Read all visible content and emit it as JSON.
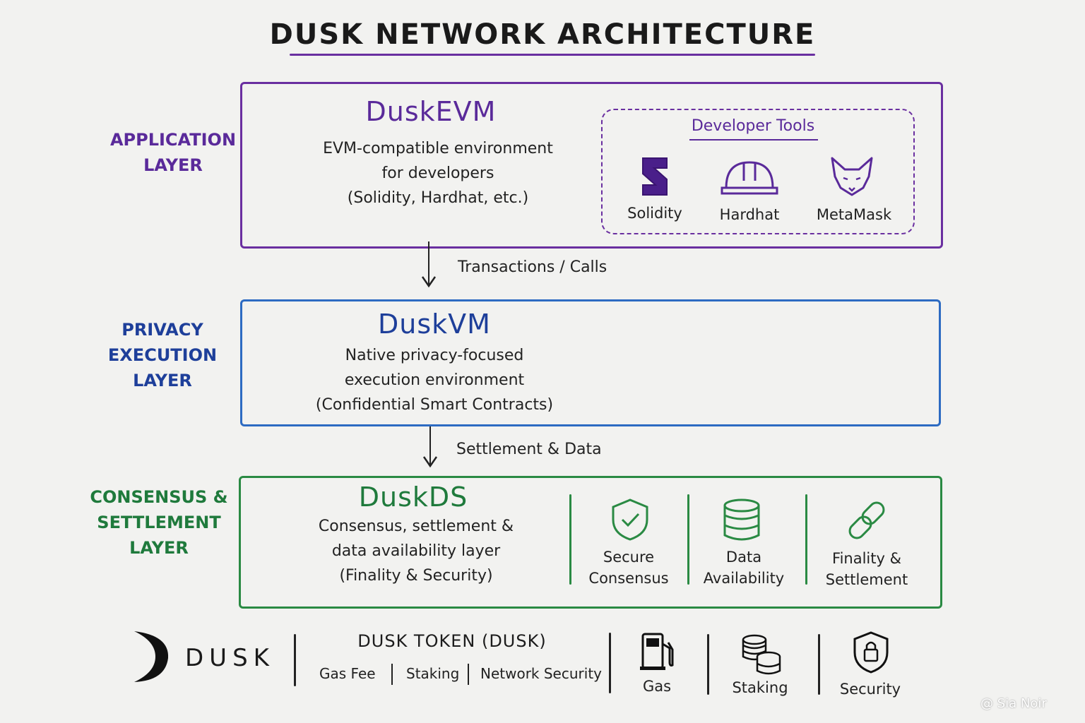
{
  "title": "DUSK NETWORK ARCHITECTURE",
  "colors": {
    "application": "#6a2fa0",
    "privacy": "#2d6bc2",
    "consensus": "#2a8a43",
    "ink": "#1c1c1c"
  },
  "layers": {
    "application": {
      "label_line1": "APPLICATION",
      "label_line2": "LAYER",
      "name": "DuskEVM",
      "desc1": "EVM-compatible environment",
      "desc2": "for developers",
      "desc3": "(Solidity, Hardhat, etc.)",
      "developer_tools": {
        "title": "Developer Tools",
        "tools": [
          {
            "label": "Solidity",
            "icon": "solidity-icon"
          },
          {
            "label": "Hardhat",
            "icon": "hardhat-icon"
          },
          {
            "label": "MetaMask",
            "icon": "metamask-fox-icon"
          }
        ]
      }
    },
    "privacy": {
      "label_line1": "PRIVACY",
      "label_line2": "EXECUTION",
      "label_line3": "LAYER",
      "name": "DuskVM",
      "desc1": "Native privacy-focused",
      "desc2": "execution environment",
      "desc3": "(Confidential Smart Contracts)"
    },
    "consensus": {
      "label_line1": "CONSENSUS &",
      "label_line2": "SETTLEMENT",
      "label_line3": "LAYER",
      "name": "DuskDS",
      "desc1": "Consensus, settlement &",
      "desc2": "data availability layer",
      "desc3": "(Finality & Security)",
      "features": [
        {
          "line1": "Secure",
          "line2": "Consensus",
          "icon": "shield-check-icon"
        },
        {
          "line1": "Data",
          "line2": "Availability",
          "icon": "database-icon"
        },
        {
          "line1": "Finality &",
          "line2": "Settlement",
          "icon": "chain-link-icon"
        }
      ]
    }
  },
  "flows": {
    "app_to_privacy": "Transactions / Calls",
    "privacy_to_consensus": "Settlement & Data"
  },
  "footer": {
    "brand": "DUSK",
    "token_title": "DUSK TOKEN (DUSK)",
    "token_uses": [
      "Gas Fee",
      "Staking",
      "Network Security"
    ],
    "utilities": [
      {
        "label": "Gas",
        "icon": "fuel-pump-icon"
      },
      {
        "label": "Staking",
        "icon": "coin-stack-icon"
      },
      {
        "label": "Security",
        "icon": "shield-lock-icon"
      }
    ]
  },
  "watermark": "@ Sia Noir"
}
